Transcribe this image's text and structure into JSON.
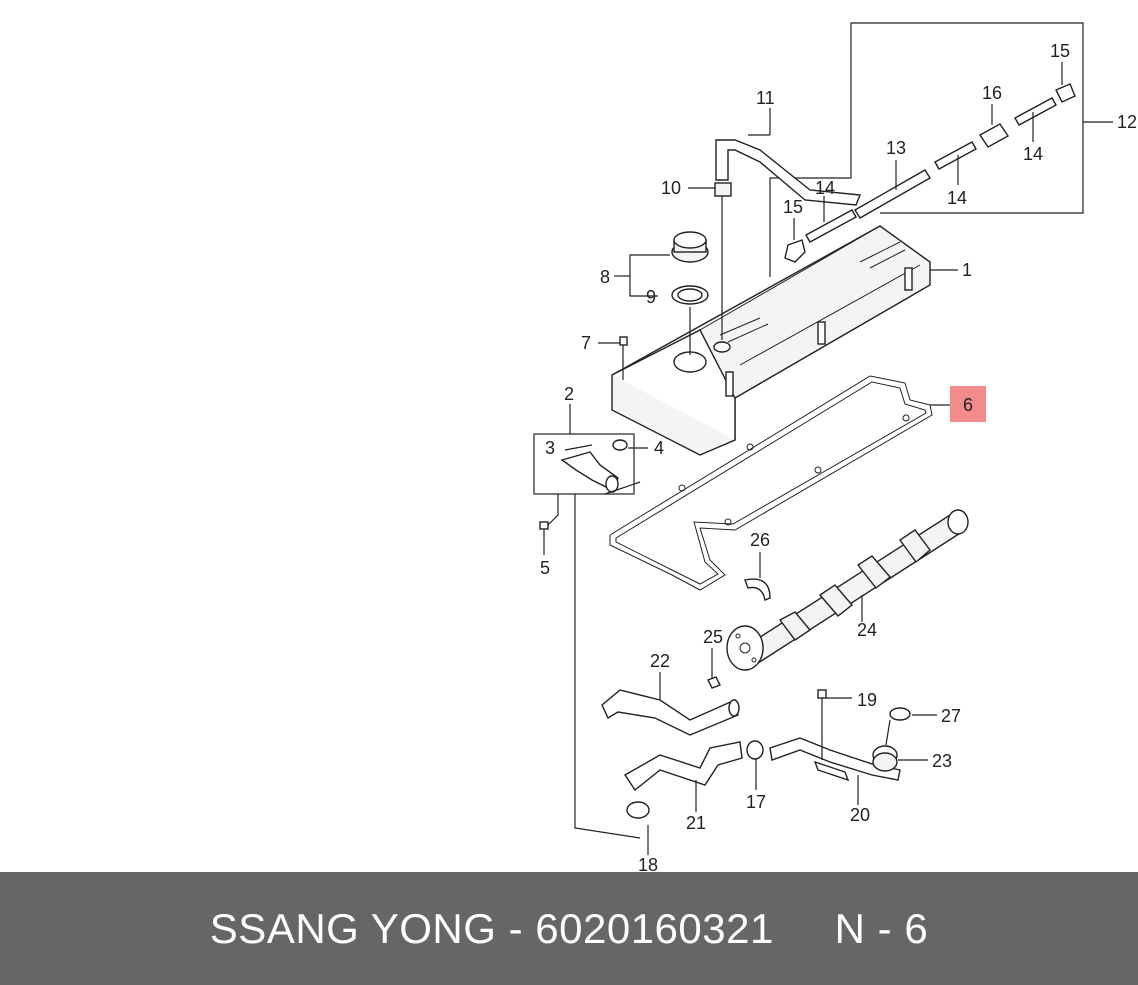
{
  "callouts": {
    "c1": "1",
    "c2": "2",
    "c3": "3",
    "c4": "4",
    "c5": "5",
    "c6": "6",
    "c7": "7",
    "c8": "8",
    "c9": "9",
    "c10": "10",
    "c11": "11",
    "c12": "12",
    "c13": "13",
    "c14a": "14",
    "c14b": "14",
    "c14c": "14",
    "c15a": "15",
    "c15b": "15",
    "c16": "16",
    "c17": "17",
    "c18": "18",
    "c19": "19",
    "c20": "20",
    "c21": "21",
    "c22": "22",
    "c23": "23",
    "c24": "24",
    "c25": "25",
    "c26": "26",
    "c27": "27"
  },
  "highlight": {
    "color": "#f28c8c",
    "label": "6"
  },
  "footer": {
    "text": "SSANG YONG - 6020160321     N - 6"
  },
  "colors": {
    "footer_bg": "#666666",
    "footer_text": "#ffffff",
    "line": "#222222"
  }
}
